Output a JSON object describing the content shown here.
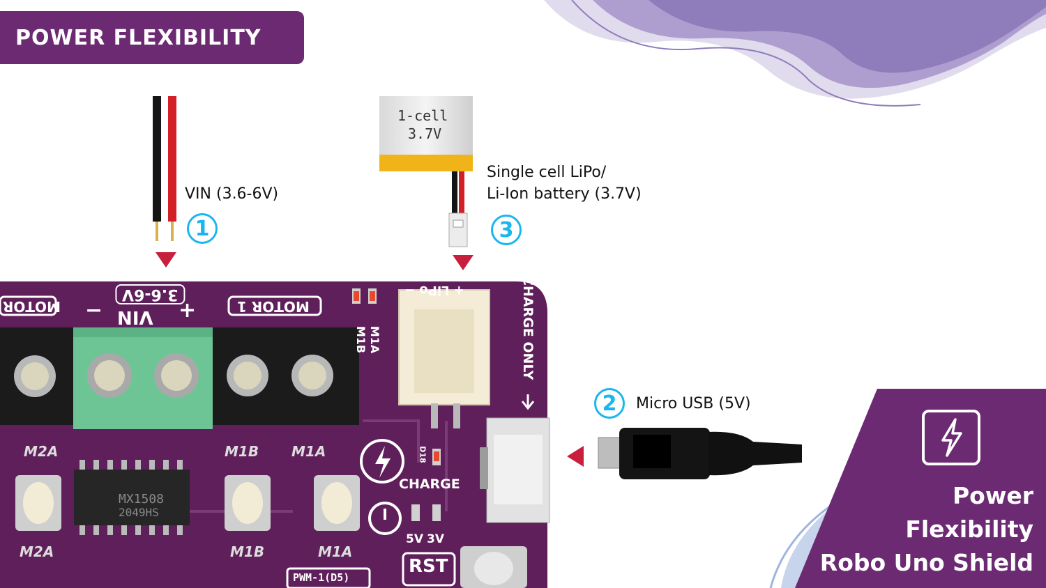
{
  "header": {
    "title": "POWER FLEXIBILITY"
  },
  "callouts": [
    {
      "number": "1",
      "label": "VIN (3.6-6V)"
    },
    {
      "number": "2",
      "label": "Micro USB (5V)"
    },
    {
      "number": "3",
      "label": "Single cell LiPo/\nLi-Ion battery (3.7V)"
    }
  ],
  "battery": {
    "line1": "1-cell",
    "line2": "3.7V"
  },
  "board": {
    "vin_text": "3.6-6V",
    "vin_label": "VIN",
    "plus": "+",
    "minus": "−",
    "motor1": "MOTOR 1",
    "motor2": "MOTOR",
    "charge_only": "CHARGE ONLY",
    "lipo": "+ LiPo −",
    "charge": "CHARGE",
    "chip_line1": "MX1508",
    "chip_line2": "2049HS",
    "rst": "RST",
    "pwm": "PWM-1(D5)",
    "v5": "5V",
    "v3": "3V",
    "led_d18": "D18",
    "pads": {
      "m2a_top": "M2A",
      "m1b_top": "M1B",
      "m1a_top": "M1A",
      "m2a_bottom": "M2A",
      "m1b_bottom": "M1B",
      "m1a_bottom": "M1A",
      "m1a_vert": "M1A",
      "m1b_vert": "M1B"
    }
  },
  "card": {
    "line1": "Power",
    "line2": "Flexibility",
    "line3": "Robo Uno Shield",
    "icon": "lightning-bolt-icon"
  },
  "colors": {
    "purple": "#6b2a72",
    "cyan": "#19b6ef",
    "red": "#c81f3e",
    "board": "#5e1f5a",
    "wave": "#a593c9"
  }
}
